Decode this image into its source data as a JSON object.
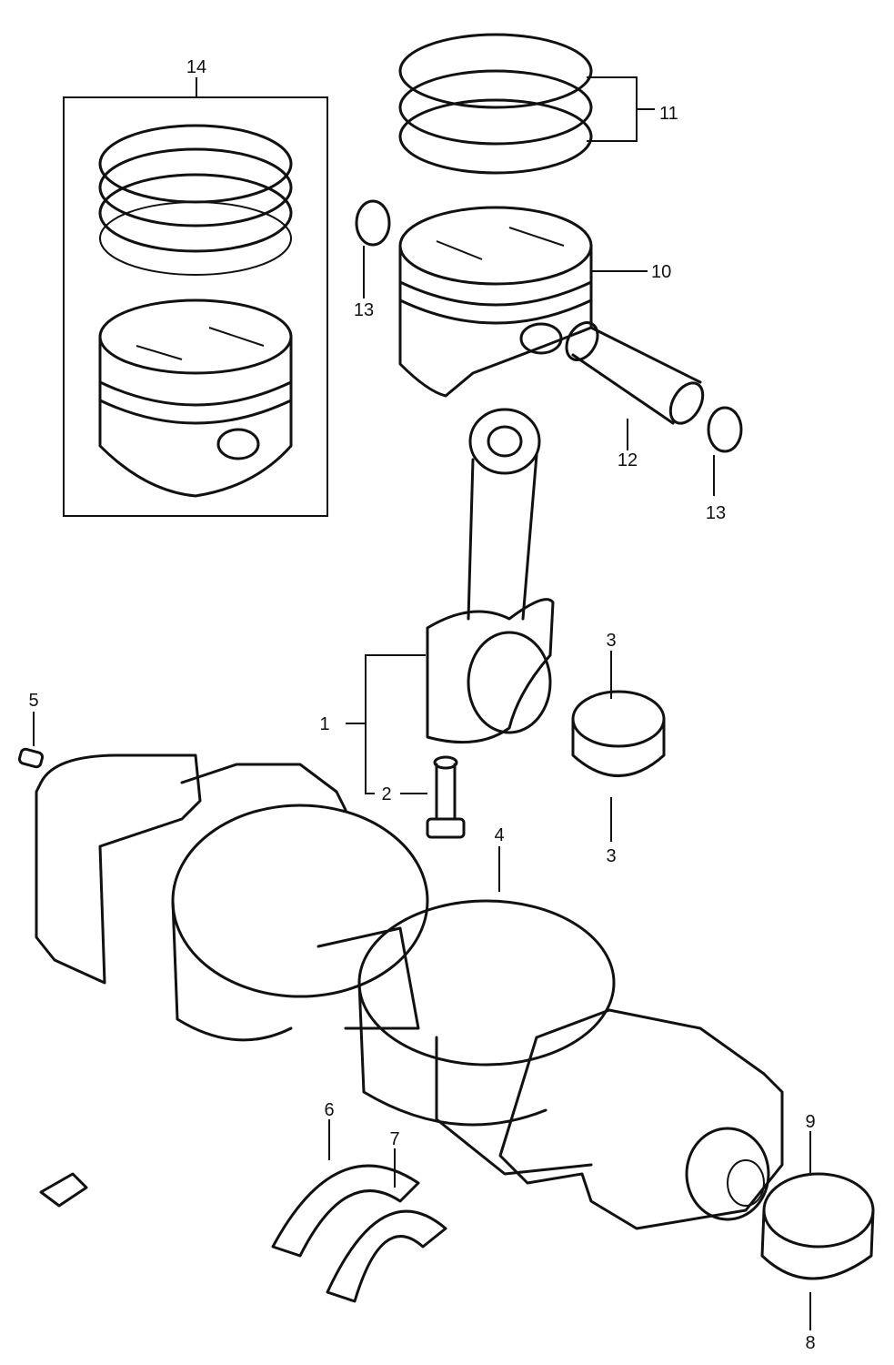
{
  "callouts": [
    {
      "id": "c1",
      "label": "1"
    },
    {
      "id": "c2",
      "label": "2"
    },
    {
      "id": "c3a",
      "label": "3"
    },
    {
      "id": "c3b",
      "label": "3"
    },
    {
      "id": "c4",
      "label": "4"
    },
    {
      "id": "c5",
      "label": "5"
    },
    {
      "id": "c6",
      "label": "6"
    },
    {
      "id": "c7",
      "label": "7"
    },
    {
      "id": "c8",
      "label": "8"
    },
    {
      "id": "c9",
      "label": "9"
    },
    {
      "id": "c10",
      "label": "10"
    },
    {
      "id": "c11",
      "label": "11"
    },
    {
      "id": "c12",
      "label": "12"
    },
    {
      "id": "c13a",
      "label": "13"
    },
    {
      "id": "c13b",
      "label": "13"
    },
    {
      "id": "c14",
      "label": "14"
    }
  ],
  "icons": {
    "front_arrow": "arrow-left-icon"
  }
}
